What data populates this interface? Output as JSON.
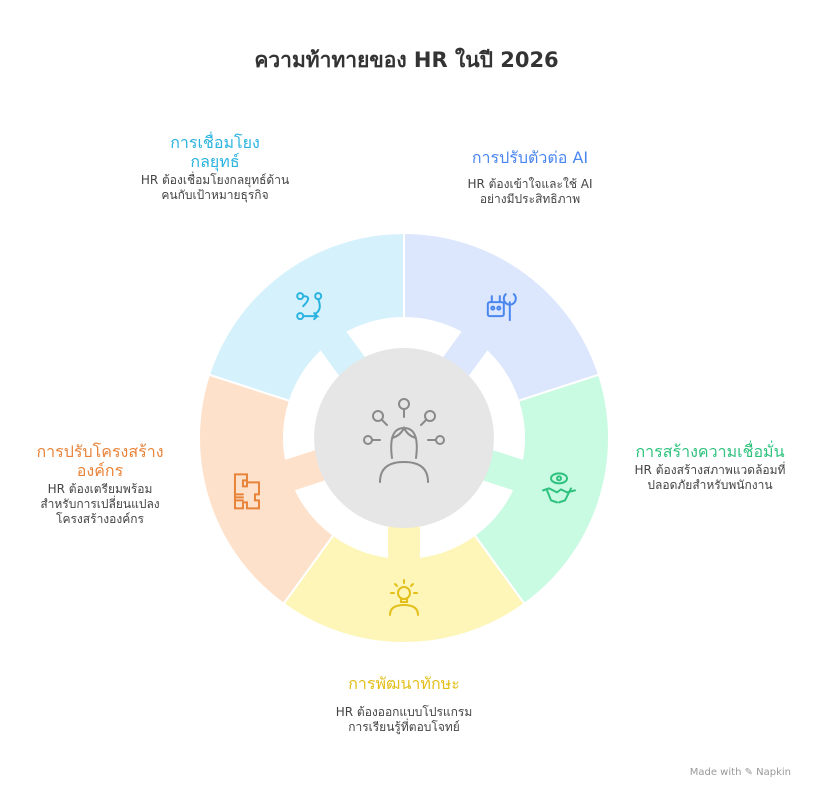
{
  "title": "ความท้าทายของ HR ในปี 2026",
  "center_icon": "hr-person-network-icon",
  "segments": [
    {
      "key": "ai",
      "title": "การปรับตัวต่อ AI",
      "desc": "HR ต้องเข้าใจและใช้ AI อย่างมีประสิทธิภาพ",
      "icon": "robot-wrench-icon",
      "fill": "#dce7fd",
      "color": "#4a86f0"
    },
    {
      "key": "trust",
      "title": "การสร้างความเชื่อมั่น",
      "desc": "HR ต้องสร้างสภาพแวดล้อมที่ปลอดภัยสำหรับพนักงาน",
      "icon": "eye-handshake-icon",
      "fill": "#c9fae2",
      "color": "#2ec27e"
    },
    {
      "key": "skills",
      "title": "การพัฒนาทักษะ",
      "desc": "HR ต้องออกแบบโปรแกรมการเรียนรู้ที่ตอบโจทย์",
      "icon": "lightbulb-person-icon",
      "fill": "#fef5b8",
      "color": "#e2bf1a"
    },
    {
      "key": "restructure",
      "title": "การปรับโครงสร้างองค์กร",
      "desc": "HR ต้องเตรียมพร้อมสำหรับการเปลี่ยนแปลงโครงสร้างองค์กร",
      "icon": "puzzle-pieces-icon",
      "fill": "#fde1cb",
      "color": "#e8843a"
    },
    {
      "key": "strategy",
      "title": "การเชื่อมโยงกลยุทธ์",
      "desc": "HR ต้องเชื่อมโยงกลยุทธ์ด้านคนกับเป้าหมายธุรกิจ",
      "icon": "path-arrow-icon",
      "fill": "#d5f1fb",
      "color": "#2bb3e0"
    }
  ],
  "branding": "Made with ✎ Napkin"
}
